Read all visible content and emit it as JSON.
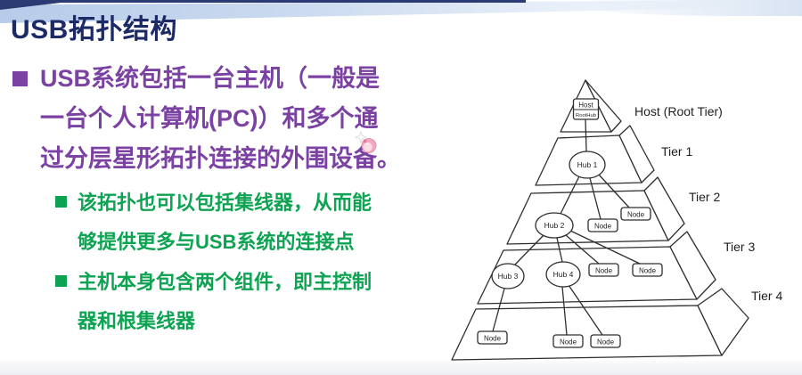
{
  "slide": {
    "title": "USB拓扑结构",
    "main_bullet": {
      "lines": [
        "USB系统包括一台主机（一般是",
        "一台个人计算机(PC)）和多个通",
        "过分层星形拓扑连接的外围设备。"
      ]
    },
    "sub_bullets": [
      {
        "lines": [
          "该拓扑也可以包括集线器，从而能",
          "够提供更多与USB系统的连接点"
        ]
      },
      {
        "lines": [
          "主机本身包含两个组件，即主控制",
          "器和根集线器"
        ]
      }
    ],
    "colors": {
      "title_navy": "#1c2a66",
      "bullet_purple": "#7b42a3",
      "bullet_green": "#0da352",
      "top_band_blue": "#b7cce9",
      "diagram_ink": "#2e2e2e"
    }
  },
  "diagram": {
    "host_box": {
      "title": "Host",
      "subtitle": "RootHub"
    },
    "tier_labels": [
      "Host (Root Tier)",
      "Tier 1",
      "Tier 2",
      "Tier 3",
      "Tier 4"
    ],
    "hubs": [
      "Hub 1",
      "Hub 2",
      "Hub 3",
      "Hub 4"
    ],
    "node_label": "Node"
  }
}
